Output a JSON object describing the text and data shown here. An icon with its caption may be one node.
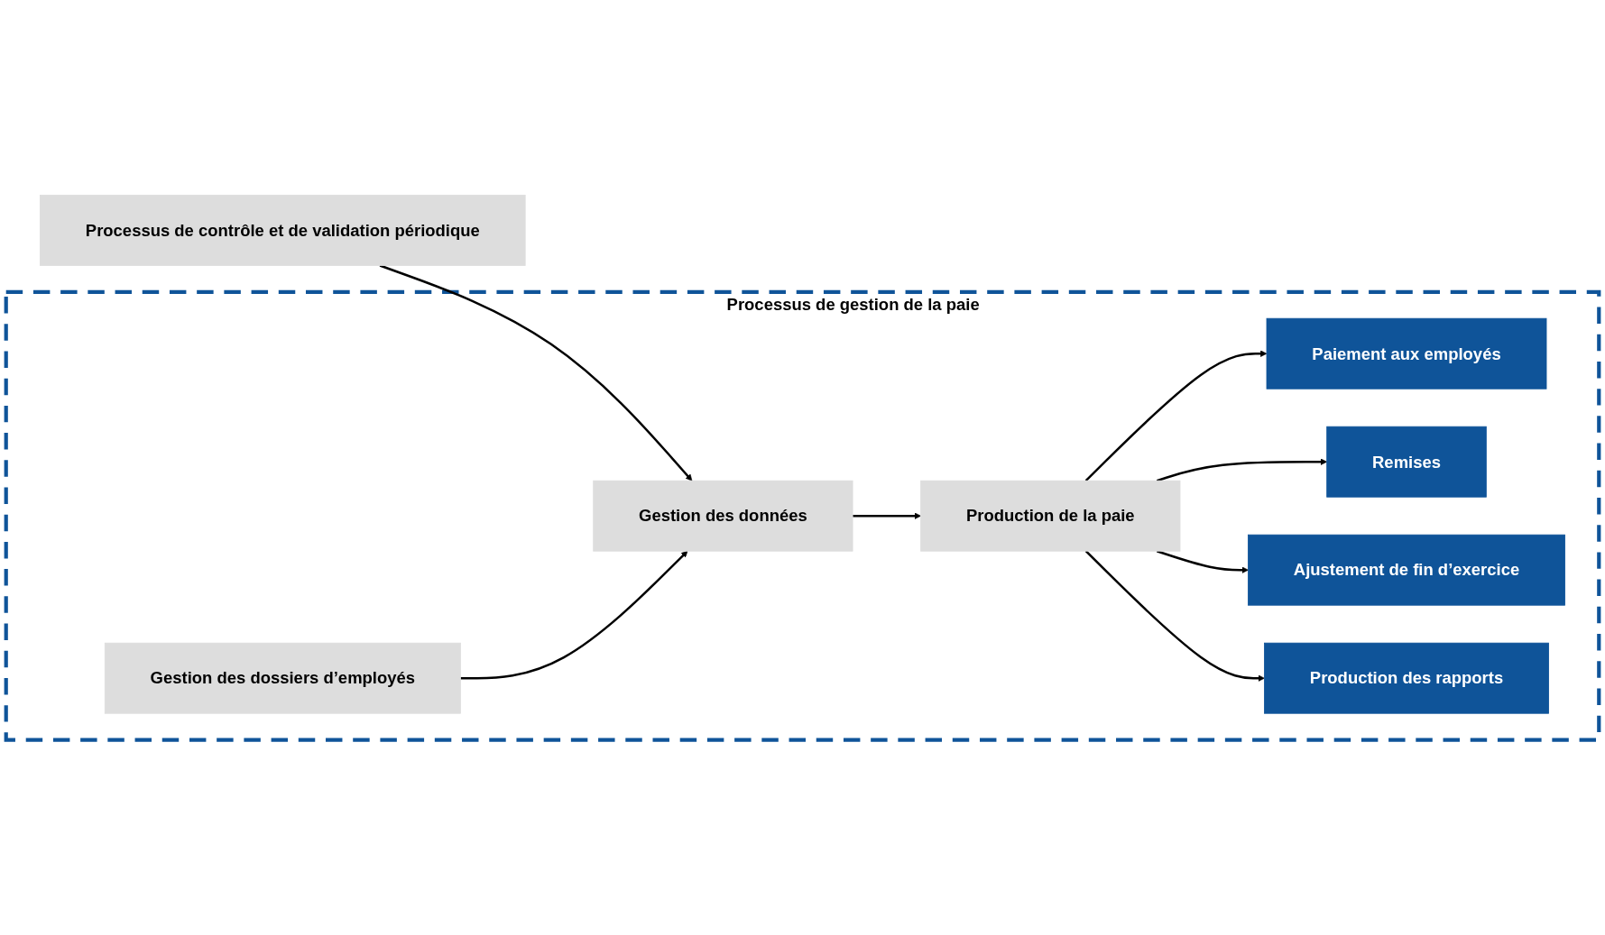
{
  "diagram": {
    "nodes": [
      {
        "text": [
          "Processus de contrôle et de validation périodique"
        ]
      },
      {
        "text": [
          "Processus de gestion de la paie"
        ]
      },
      {
        "text": [
          "Gestion des dossiers d’employés"
        ],
        "in": 1
      },
      {
        "text": [
          "Gestion des données"
        ],
        "in": 1
      },
      {
        "text": [
          "Production de la paie"
        ],
        "in": 1
      },
      {
        "text": [
          "Paiement aux employés"
        ],
        "in": 1
      },
      {
        "text": [
          "Remises"
        ],
        "in": 1
      },
      {
        "text": [
          "Ajustement de fin d’exercice"
        ],
        "in": 1
      },
      {
        "text": [
          "Production des rapports"
        ],
        "in": 1
      }
    ],
    "edges": [
      {
        "from": 0,
        "to": 3,
        "arrow": "to"
      },
      {
        "from": 2,
        "to": 3,
        "arrow": "to"
      },
      {
        "from": 3,
        "to": 4,
        "arrow": "to"
      },
      {
        "from": 4,
        "to": 5,
        "arrow": "to"
      },
      {
        "from": 4,
        "to": 6,
        "arrow": "to"
      },
      {
        "from": 4,
        "to": 7,
        "arrow": "to"
      },
      {
        "from": 4,
        "to": 8,
        "arrow": "to"
      }
    ]
  }
}
